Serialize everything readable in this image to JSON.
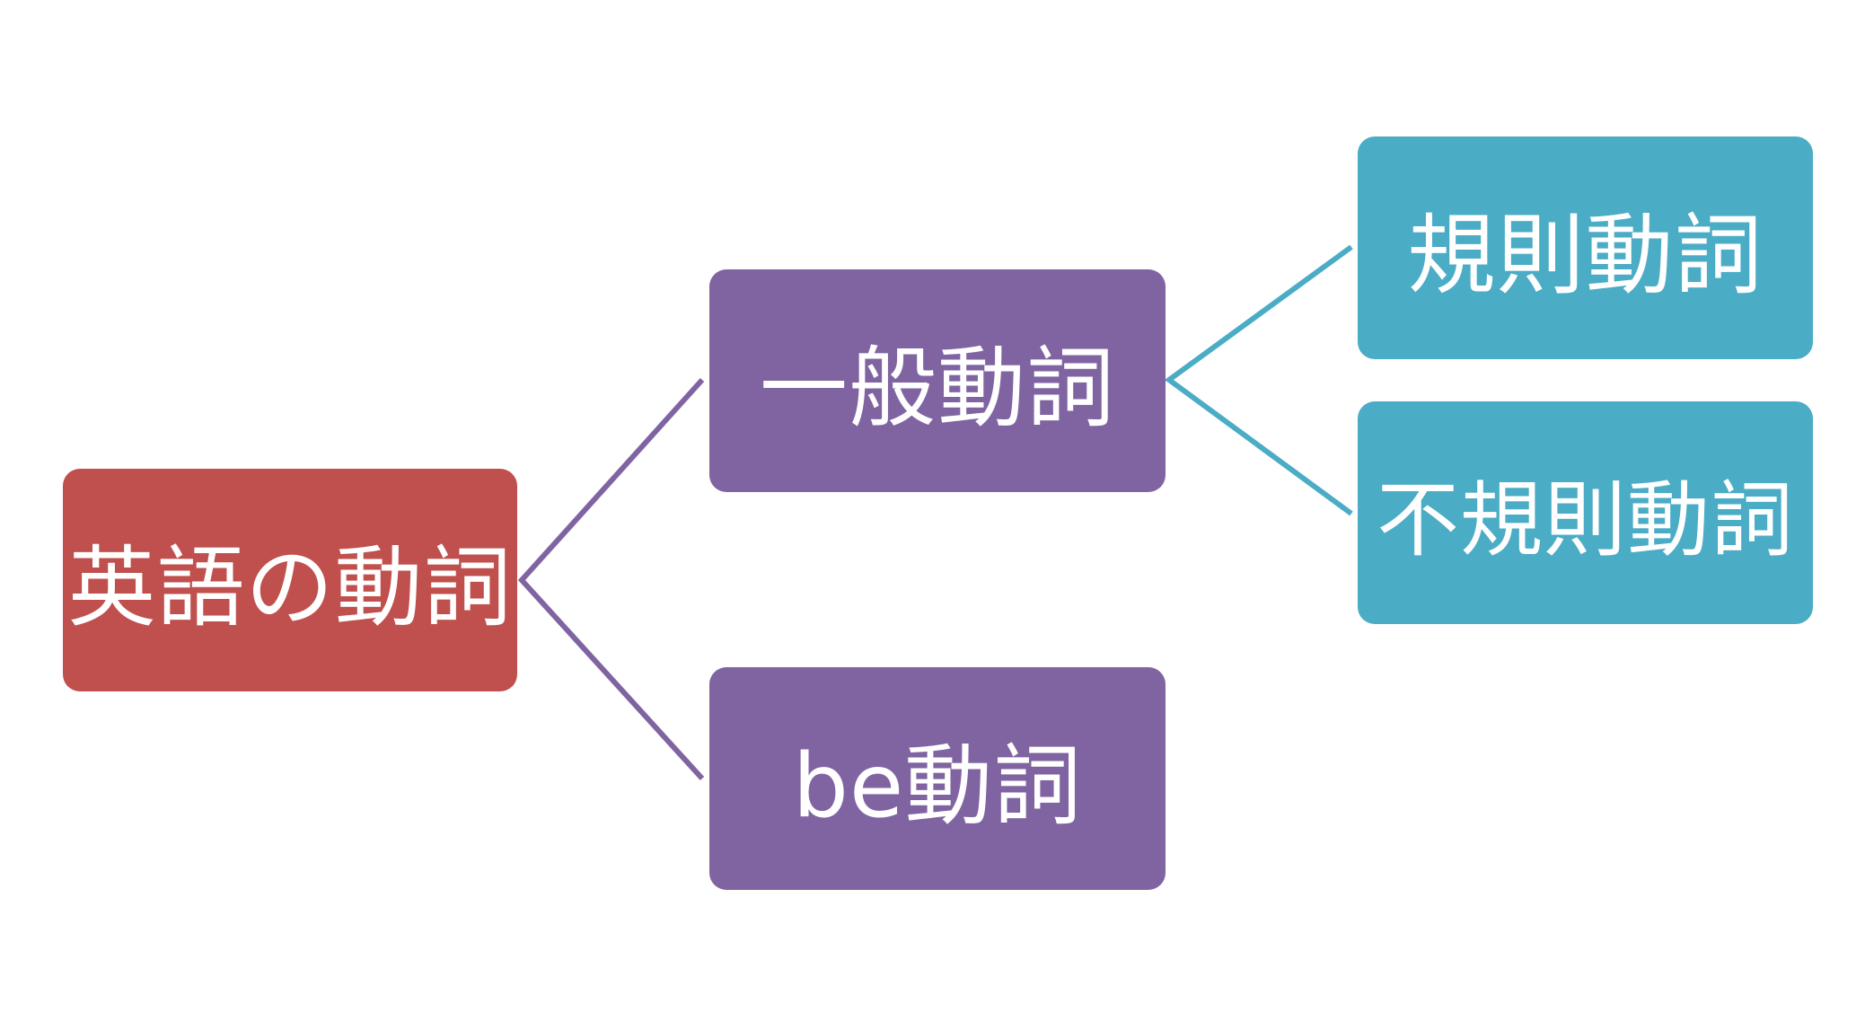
{
  "diagram": {
    "root": {
      "label": "英語の動詞",
      "color": "#c0504d"
    },
    "level1": [
      {
        "label": "一般動詞",
        "color": "#8064a2"
      },
      {
        "label": "be動詞",
        "color": "#8064a2"
      }
    ],
    "level2": [
      {
        "label": "規則動詞",
        "color": "#4bacc6"
      },
      {
        "label": "不規則動詞",
        "color": "#4bacc6"
      }
    ],
    "connector_colors": {
      "root_to_level1": "#8064a2",
      "general_to_level2": "#4bacc6"
    }
  }
}
